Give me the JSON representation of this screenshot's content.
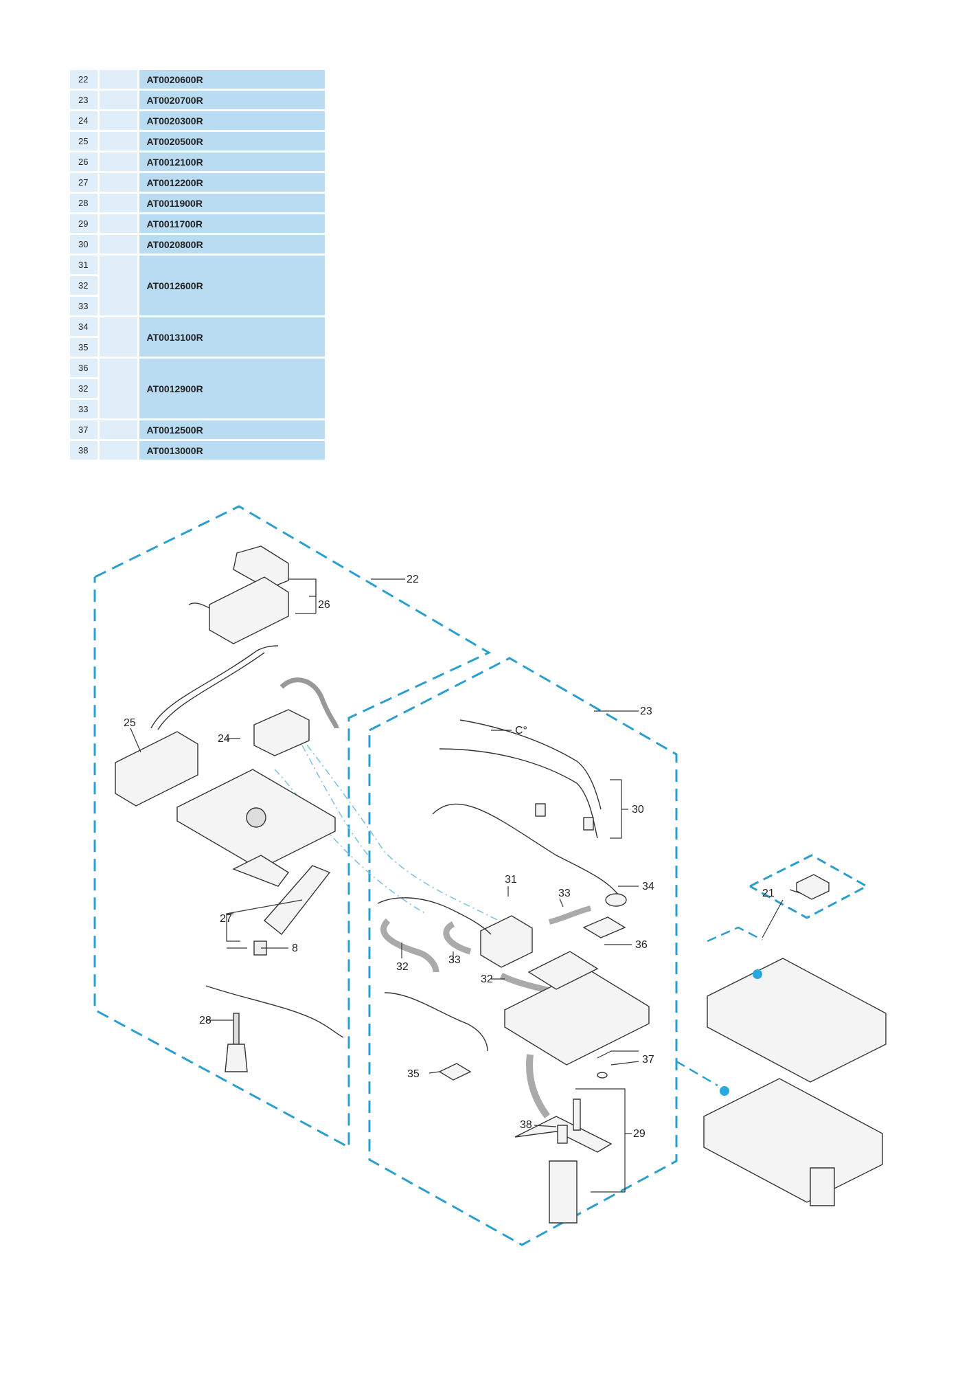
{
  "parts": [
    {
      "refs": [
        "22"
      ],
      "code": "AT0020600R"
    },
    {
      "refs": [
        "23"
      ],
      "code": "AT0020700R"
    },
    {
      "refs": [
        "24"
      ],
      "code": "AT0020300R"
    },
    {
      "refs": [
        "25"
      ],
      "code": "AT0020500R"
    },
    {
      "refs": [
        "26"
      ],
      "code": "AT0012100R"
    },
    {
      "refs": [
        "27"
      ],
      "code": "AT0012200R"
    },
    {
      "refs": [
        "28"
      ],
      "code": "AT0011900R"
    },
    {
      "refs": [
        "29"
      ],
      "code": "AT0011700R"
    },
    {
      "refs": [
        "30"
      ],
      "code": "AT0020800R"
    },
    {
      "refs": [
        "31",
        "32",
        "33"
      ],
      "code": "AT0012600R"
    },
    {
      "refs": [
        "34",
        "35"
      ],
      "code": "AT0013100R"
    },
    {
      "refs": [
        "36",
        "32",
        "33"
      ],
      "code": "AT0012900R"
    },
    {
      "refs": [
        "37"
      ],
      "code": "AT0012500R"
    },
    {
      "refs": [
        "38"
      ],
      "code": "AT0013000R"
    }
  ],
  "callouts": {
    "c22": "22",
    "c23": "23",
    "c24": "24",
    "c25": "25",
    "c26": "26",
    "c27": "27",
    "c8": "8",
    "c28": "28",
    "c30": "30",
    "c_deg": "C°",
    "c31": "31",
    "c33a": "33",
    "c34": "34",
    "c32a": "32",
    "c33b": "33",
    "c36": "36",
    "c32b": "32",
    "c37": "37",
    "c35": "35",
    "c38": "38",
    "c29": "29",
    "c21": "21"
  },
  "colors": {
    "dash": "#2a9fcf",
    "row_light": "#dfeef9",
    "row_dark": "#b9dcf3",
    "marker": "#29a8e0"
  }
}
